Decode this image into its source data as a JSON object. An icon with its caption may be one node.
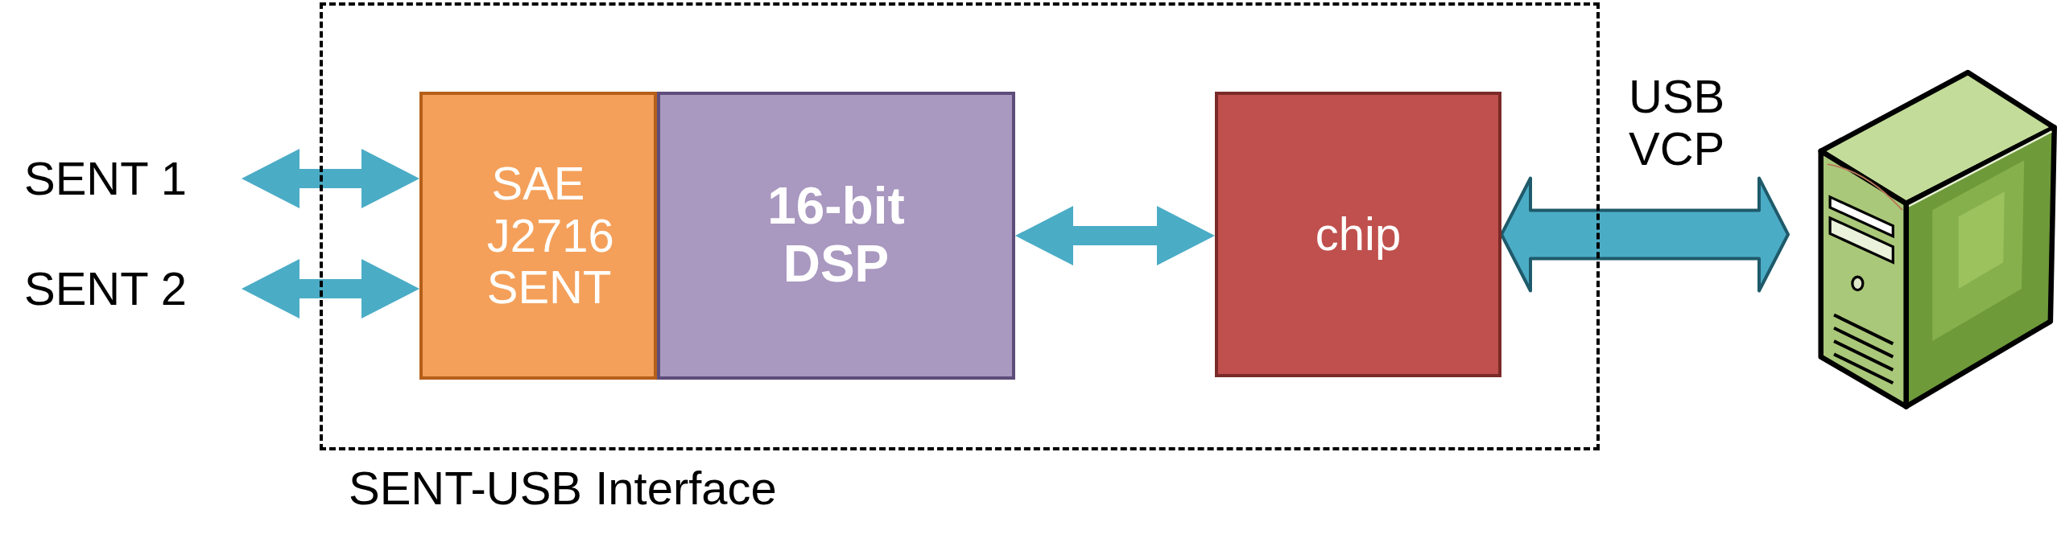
{
  "diagram": {
    "nodes": [
      {
        "text": [
          "SENT-USB Interface"
        ]
      },
      {
        "text": [
          "SENT 1"
        ]
      },
      {
        "text": [
          "SENT 2"
        ]
      },
      {
        "text": [
          "SAE J2716 SENT"
        ],
        "in": 0
      },
      {
        "text": [
          "16-bit DSP"
        ],
        "in": 0
      },
      {
        "text": [
          "chip"
        ],
        "in": 0
      },
      {
        "text": [],
        "shape": "picture"
      }
    ],
    "edges": [
      {
        "from": 1,
        "to": 3,
        "arrow": "both"
      },
      {
        "from": 2,
        "to": 3,
        "arrow": "both"
      },
      {
        "from": 4,
        "to": 5,
        "arrow": "both"
      },
      {
        "from": 5,
        "to": 6,
        "arrow": "both",
        "label": "USB VCP",
        "style": "thick"
      }
    ]
  }
}
